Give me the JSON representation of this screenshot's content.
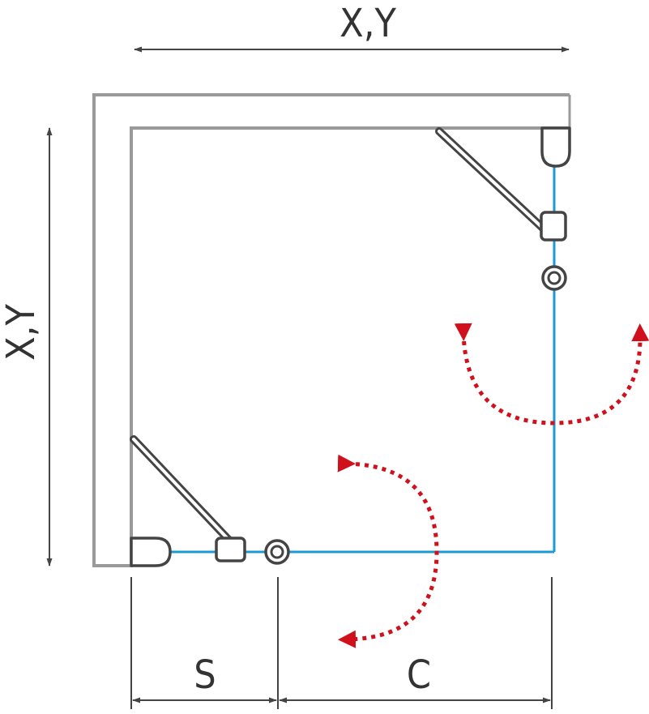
{
  "dimensions": {
    "top_label": "X,Y",
    "left_label": "X,Y",
    "bottom_left_label": "S",
    "bottom_right_label": "C"
  },
  "colors": {
    "wall": "#9a9a9a",
    "glass": "#1b9ad6",
    "hardware": "#444444",
    "dimension": "#444444",
    "swing_arrow": "#d0101b"
  },
  "icons": {
    "swing": "curved-dotted-double-arrow",
    "hinge": "round-hinge",
    "handle": "knob-handle"
  }
}
